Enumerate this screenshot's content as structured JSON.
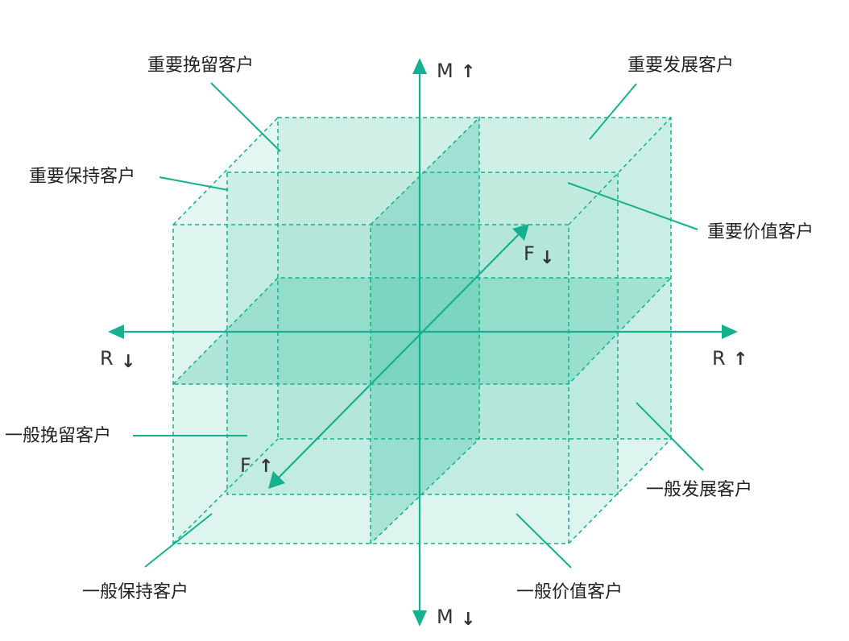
{
  "axes": {
    "m_up": {
      "letter": "M",
      "arrow": "↑"
    },
    "m_down": {
      "letter": "M",
      "arrow": "↓"
    },
    "r_left": {
      "letter": "R",
      "arrow": "↓"
    },
    "r_right": {
      "letter": "R",
      "arrow": "↑"
    },
    "f_back": {
      "letter": "F",
      "arrow": "↓"
    },
    "f_front": {
      "letter": "F",
      "arrow": "↑"
    }
  },
  "segments": {
    "important_retain": "重要挽留客户",
    "important_develop": "重要发展客户",
    "important_keep": "重要保持客户",
    "important_value": "重要价值客户",
    "general_retain": "一般挽留客户",
    "general_develop": "一般发展客户",
    "general_keep": "一般保持客户",
    "general_value": "一般价值客户"
  },
  "colors": {
    "accent": "#14b08f",
    "face_light": "#cdeee6",
    "face_mid": "#a9e3d6",
    "face_dark": "#7fd6c3",
    "text": "#222222"
  }
}
